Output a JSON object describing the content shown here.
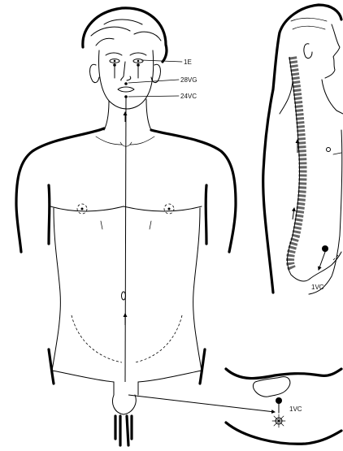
{
  "labels": {
    "point_1e": "1E",
    "point_28vg": "28VG",
    "point_24vc": "24VC",
    "point_1vc_side": "1VC",
    "point_1vc_bottom": "1VC"
  }
}
